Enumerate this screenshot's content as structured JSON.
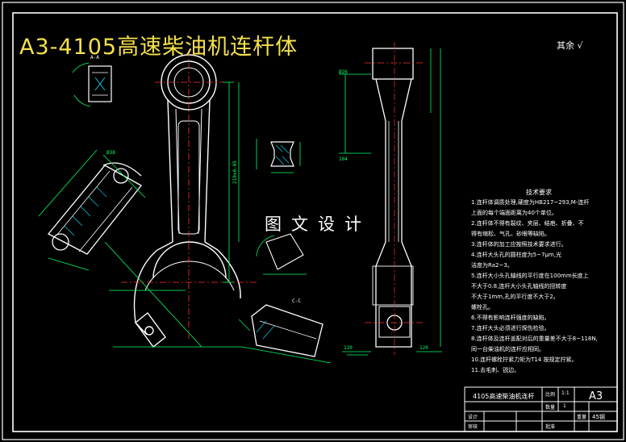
{
  "drawing": {
    "title": "A3-4105高速柴油机连杆体",
    "watermark": "图文设计",
    "surface_mark": "其余 √",
    "view_labels": {
      "section_a": "A-A",
      "section_c": "C-C"
    },
    "tech_requirements": {
      "heading": "技术要求",
      "lines": [
        "1.连杆体调质处理,硬度为HB217~293,M-连杆",
        "  上面的每个端面距离为40个单位。",
        "2.连杆体不得有裂纹、夹层、结疤、折叠、不",
        "  得有缩松、气孔、砂眼等缺陷。",
        "3.连杆体的加工应按照技术要求进行。",
        "4.连杆大头孔的圆柱度为5~7μm,光",
        "  洁度为Ra2~3。",
        "5.连杆大小头孔轴线的平行度在100mm长度上",
        "  不大于0.8,连杆大小头孔轴线的扭转度",
        "  不大于1mm,孔的平行度不大于2。",
        "  螺栓孔。",
        "6.不得有影响连杆强度的缺陷。",
        "7.连杆大头必须进行探伤检验。",
        "8.连杆体及连杆盖配对后的重量差不大于8~118N,",
        "  同一台柴油机的连杆应相同。",
        "10.连杆螺栓拧紧力矩为T14 按规定拧紧。",
        "11.去毛刺、锐边。"
      ]
    },
    "title_block": {
      "part_name": "4105高速柴油机连杆",
      "scale_label": "比例",
      "scale": "1:1",
      "qty_label": "数量",
      "qty": "1",
      "sheet_size": "A3",
      "material": "45钢",
      "weight_label": "重量",
      "drawn_label": "设计",
      "checked_label": "审核",
      "approved_label": "批准"
    },
    "dimension_labels": {
      "top_view_width": "Ø38",
      "side_top": "Ø26",
      "side_bottom": "104",
      "main_length": "210±0.05",
      "bottom_left": "120",
      "bottom_right": "120"
    },
    "colors": {
      "background": "#000000",
      "line": "#ffffff",
      "title": "#f4e04d",
      "dimension": "#00ff66",
      "cyan": "#00e5ff",
      "red": "#ff3030"
    }
  }
}
